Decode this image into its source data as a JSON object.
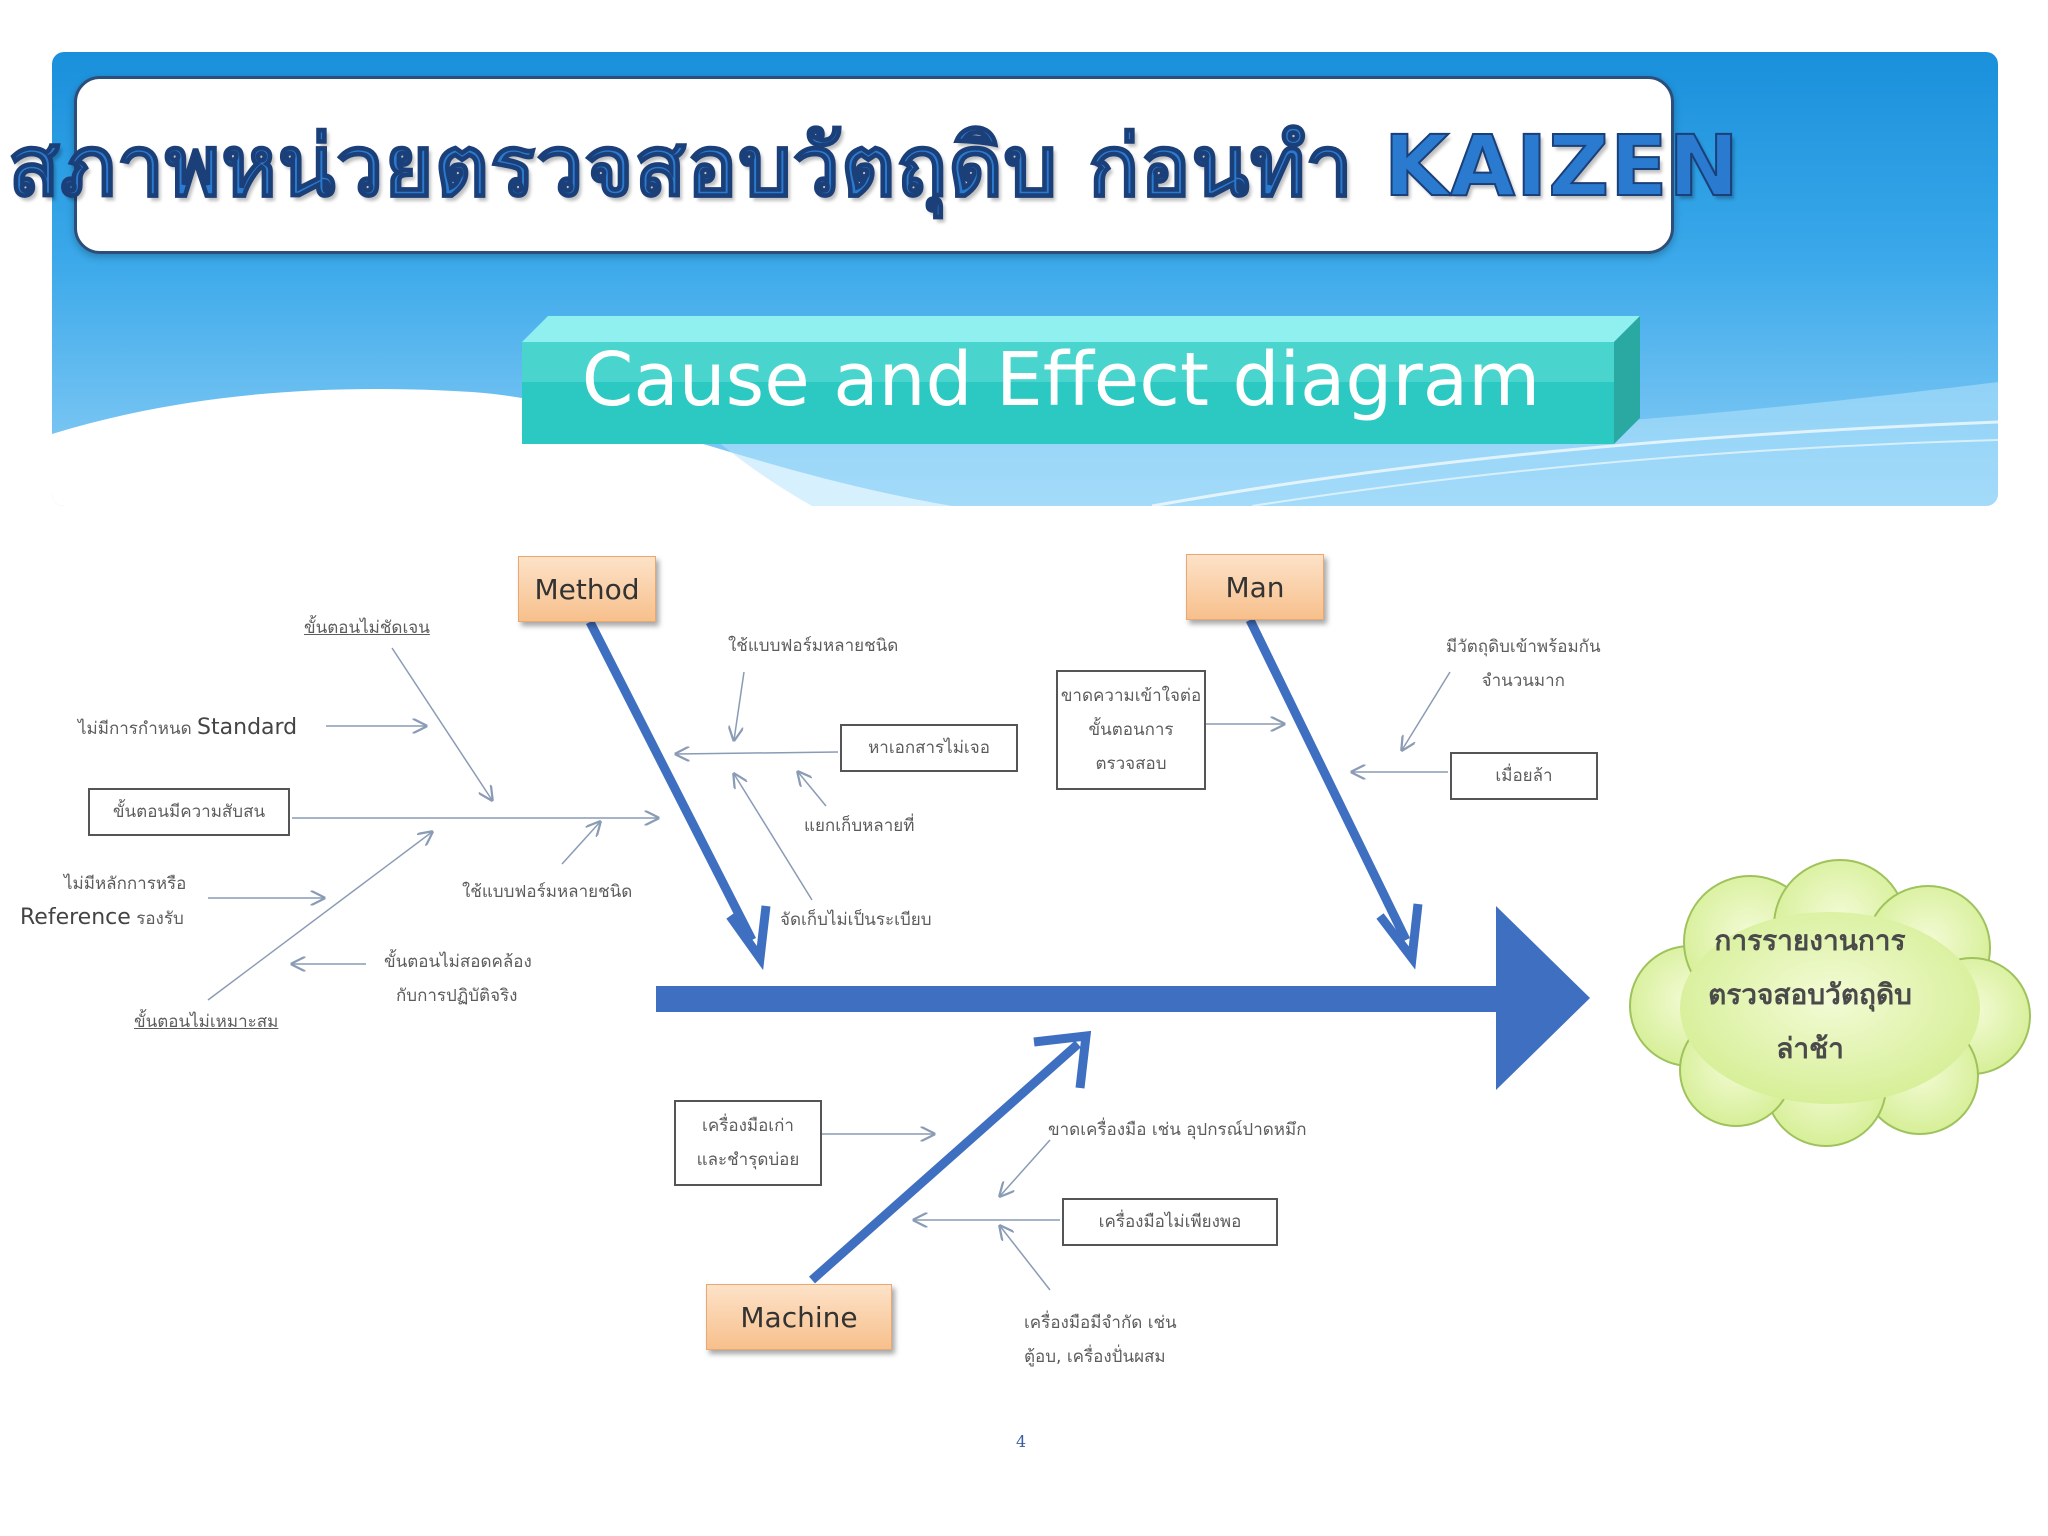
{
  "slide": {
    "title": "สภาพหน่วยตรวจสอบวัตถุดิบ ก่อนทำ KAIZEN",
    "subtitle": "Cause and Effect diagram",
    "page_number": "4"
  },
  "diagram": {
    "effect": [
      "การรายงานการ",
      "ตรวจสอบวัตถุดิบ",
      "ล่าช้า"
    ],
    "categories": {
      "method": "Method",
      "man": "Man",
      "machine": "Machine"
    },
    "method_causes": {
      "c1": "ขั้นตอนไม่ชัดเจน",
      "c2_prefix": "ไม่มีการกำหนด",
      "c2_word": "Standard",
      "c3": "ขั้นตอนมีความสับสน",
      "c4_line1": "ไม่มีหลักการหรือ",
      "c4_word": "Reference",
      "c4_suffix": "รองรับ",
      "c5": "ใช้แบบฟอร์มหลายชนิด",
      "c6_line1": "ขั้นตอนไม่สอดคล้อง",
      "c6_line2": "กับการปฏิบัติจริง",
      "c7": "ขั้นตอนไม่เหมาะสม",
      "c8": "ใช้แบบฟอร์มหลายชนิด",
      "c9": "หาเอกสารไม่เจอ",
      "c10": "แยกเก็บหลายที่",
      "c11": "จัดเก็บไม่เป็นระเบียบ"
    },
    "man_causes": {
      "c1": [
        "ขาดความเข้าใจต่อ",
        "ขั้นตอนการ",
        "ตรวจสอบ"
      ],
      "c2": [
        "มีวัตถุดิบเข้าพร้อมกัน",
        "จำนวนมาก"
      ],
      "c3": "เมื่อยล้า"
    },
    "machine_causes": {
      "c1": [
        "เครื่องมือเก่า",
        "และชำรุดบ่อย"
      ],
      "c2": "ขาดเครื่องมือ เช่น อุปกรณ์ปาดหมึก",
      "c3": "เครื่องมือไม่เพียงพอ",
      "c4": [
        "เครื่องมือมีจำกัด เช่น",
        "ตู้อบ, เครื่องปั่นผสม"
      ]
    }
  },
  "colors": {
    "header": "#1a90db",
    "arrow": "#3f6fc0",
    "category_fill": "#f9c999",
    "effect_cloud": "#e6f5b8"
  }
}
